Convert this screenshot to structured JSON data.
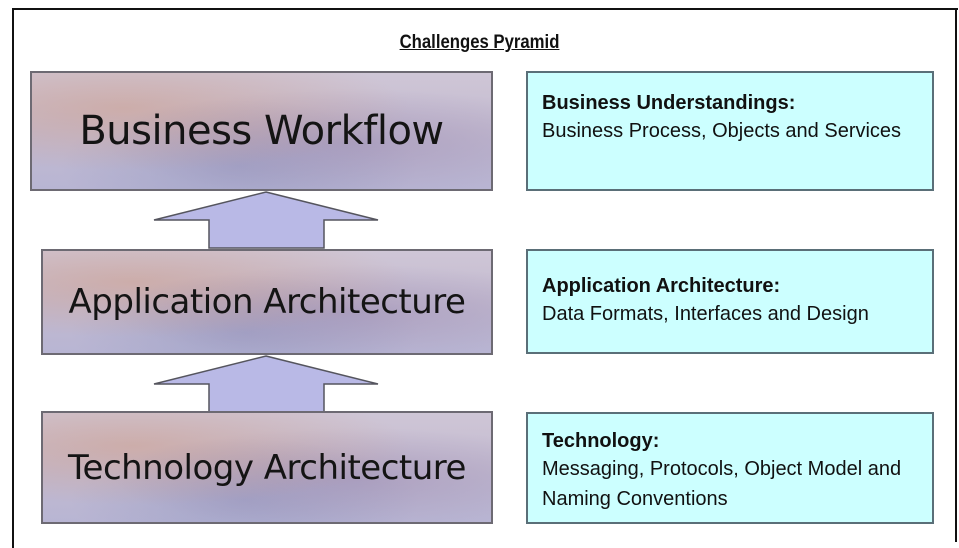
{
  "title": "Challenges Pyramid",
  "layers": [
    {
      "label": "Business Workflow"
    },
    {
      "label": "Application Architecture"
    },
    {
      "label": "Technology Architecture"
    }
  ],
  "descriptions": [
    {
      "heading": "Business Understandings:",
      "text": "Business Process, Objects and Services"
    },
    {
      "heading": "Application Architecture:",
      "text": "Data Formats, Interfaces and Design"
    },
    {
      "heading": "Technology:",
      "text": "Messaging, Protocols, Object Model and Naming Conventions"
    }
  ],
  "colors": {
    "box_fill": "#ccffff",
    "layer_border": "#6d6a73",
    "arrow_fill": "#b9b9e6"
  }
}
